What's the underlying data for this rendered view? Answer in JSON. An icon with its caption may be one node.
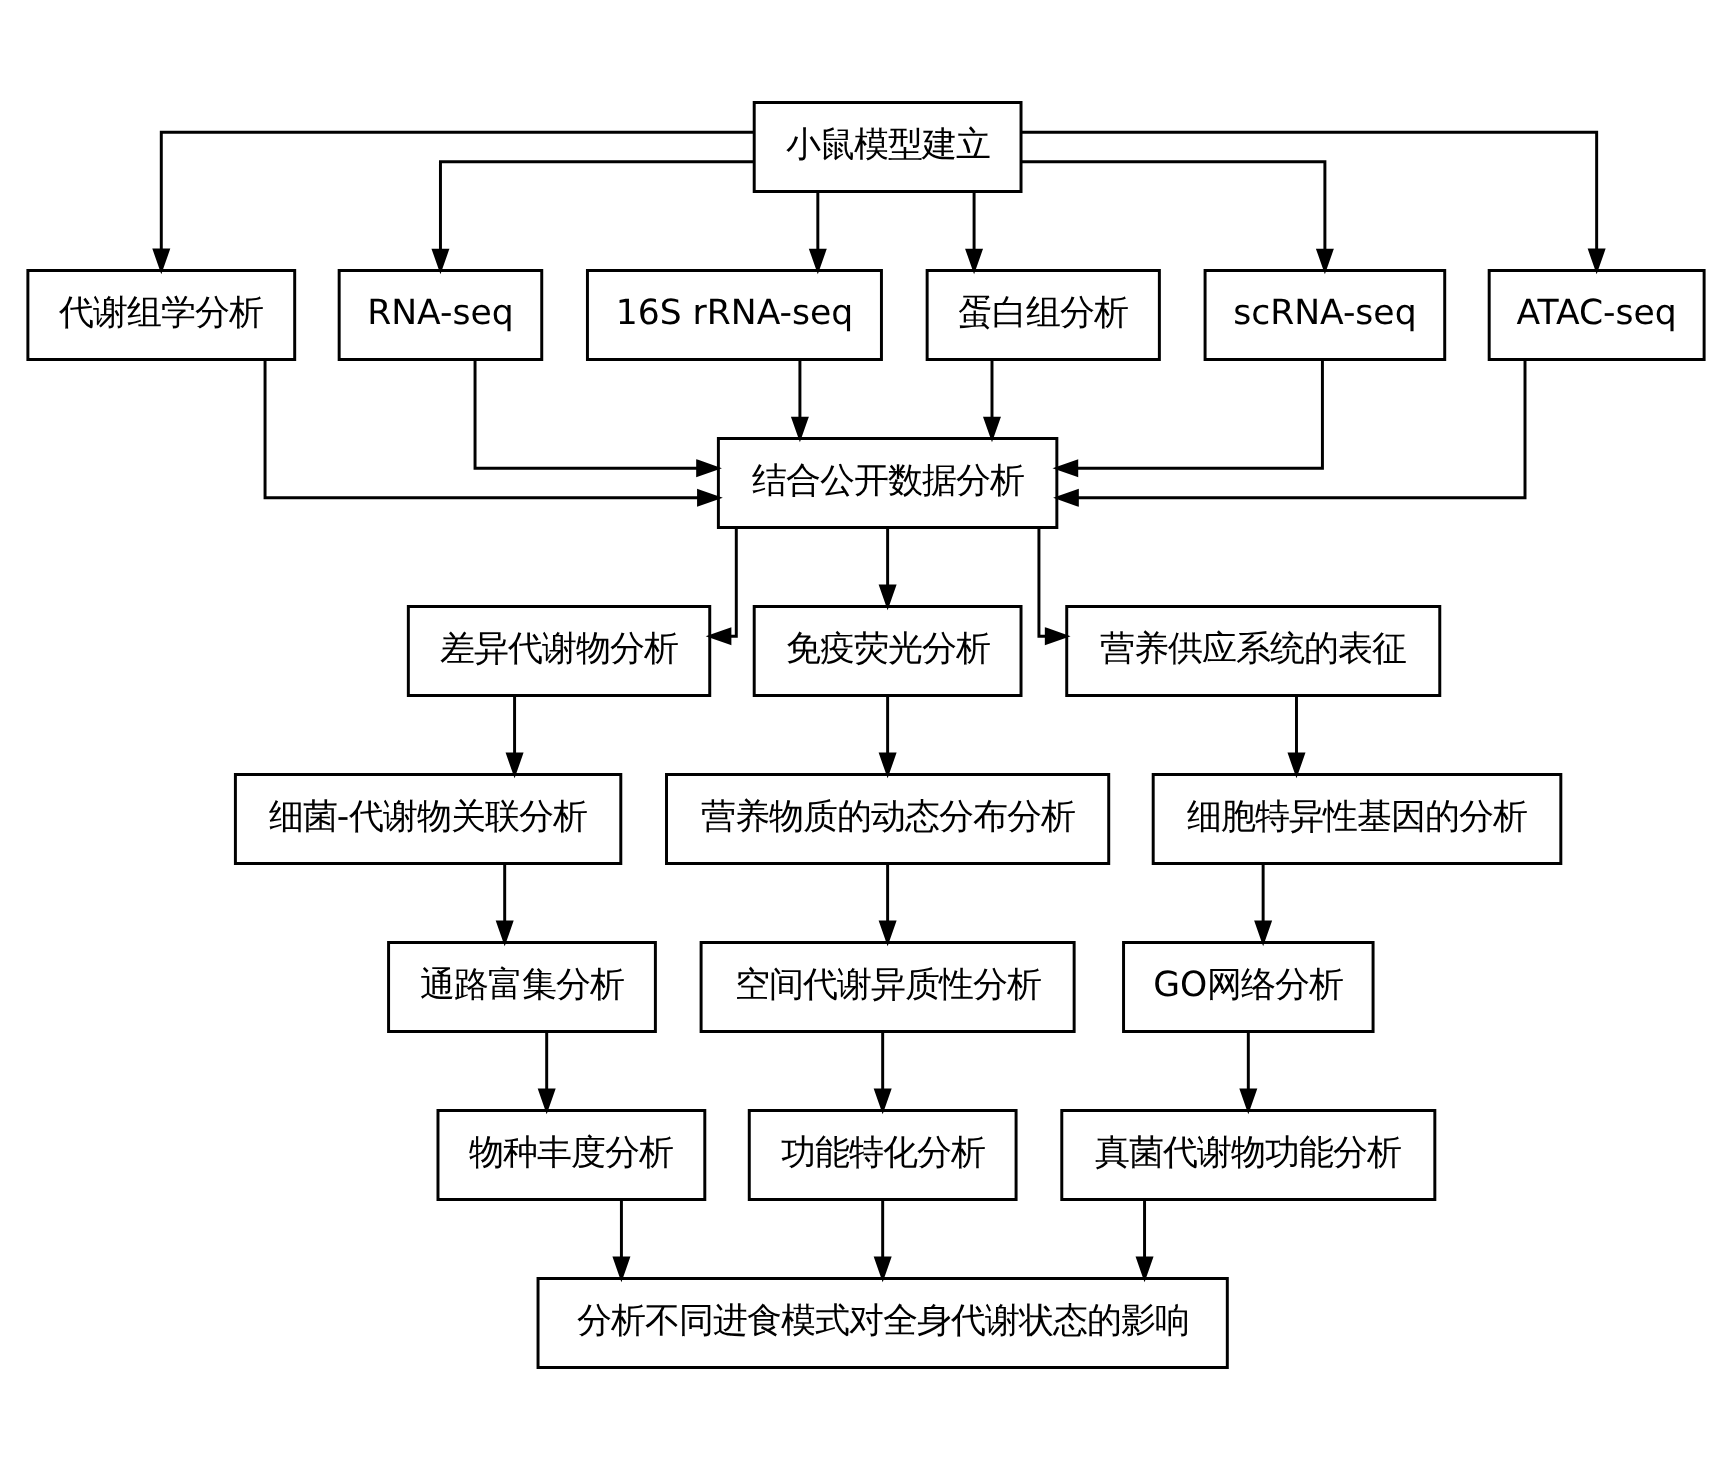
{
  "diagram": {
    "nodes": [
      {
        "text": [
          "小鼠模型建立"
        ]
      },
      {
        "text": [
          "代谢组学分析"
        ]
      },
      {
        "text": [
          "RNA-seq"
        ]
      },
      {
        "text": [
          "16S rRNA-seq"
        ]
      },
      {
        "text": [
          "蛋白组分析"
        ]
      },
      {
        "text": [
          "scRNA-seq"
        ]
      },
      {
        "text": [
          "ATAC-seq"
        ]
      },
      {
        "text": [
          "结合公开数据分析"
        ]
      },
      {
        "text": [
          "差异代谢物分析"
        ]
      },
      {
        "text": [
          "免疫荧光分析"
        ]
      },
      {
        "text": [
          "营养供应系统的表征"
        ]
      },
      {
        "text": [
          "细菌-代谢物关联分析"
        ]
      },
      {
        "text": [
          "营养物质的动态分布分析"
        ]
      },
      {
        "text": [
          "细胞特异性基因的分析"
        ]
      },
      {
        "text": [
          "通路富集分析"
        ]
      },
      {
        "text": [
          "空间代谢异质性分析"
        ]
      },
      {
        "text": [
          "GO网络分析"
        ]
      },
      {
        "text": [
          "物种丰度分析"
        ]
      },
      {
        "text": [
          "功能特化分析"
        ]
      },
      {
        "text": [
          "真菌代谢物功能分析"
        ]
      },
      {
        "text": [
          "分析不同进食模式对全身代谢状态的影响"
        ]
      }
    ],
    "edges": [
      {
        "from": 0,
        "to": 1,
        "arrow": "to"
      },
      {
        "from": 0,
        "to": 2,
        "arrow": "to"
      },
      {
        "from": 0,
        "to": 3,
        "arrow": "to"
      },
      {
        "from": 0,
        "to": 4,
        "arrow": "to"
      },
      {
        "from": 0,
        "to": 5,
        "arrow": "to"
      },
      {
        "from": 0,
        "to": 6,
        "arrow": "to"
      },
      {
        "from": 1,
        "to": 7,
        "arrow": "to"
      },
      {
        "from": 2,
        "to": 7,
        "arrow": "to"
      },
      {
        "from": 3,
        "to": 7,
        "arrow": "to"
      },
      {
        "from": 4,
        "to": 7,
        "arrow": "to"
      },
      {
        "from": 5,
        "to": 7,
        "arrow": "to"
      },
      {
        "from": 6,
        "to": 7,
        "arrow": "to"
      },
      {
        "from": 7,
        "to": 8,
        "arrow": "to"
      },
      {
        "from": 7,
        "to": 9,
        "arrow": "to"
      },
      {
        "from": 7,
        "to": 10,
        "arrow": "to"
      },
      {
        "from": 8,
        "to": 11,
        "arrow": "to"
      },
      {
        "from": 11,
        "to": 14,
        "arrow": "to"
      },
      {
        "from": 14,
        "to": 17,
        "arrow": "to"
      },
      {
        "from": 9,
        "to": 12,
        "arrow": "to"
      },
      {
        "from": 12,
        "to": 15,
        "arrow": "to"
      },
      {
        "from": 15,
        "to": 18,
        "arrow": "to"
      },
      {
        "from": 10,
        "to": 13,
        "arrow": "to"
      },
      {
        "from": 13,
        "to": 16,
        "arrow": "to"
      },
      {
        "from": 16,
        "to": 19,
        "arrow": "to"
      },
      {
        "from": 17,
        "to": 20,
        "arrow": "to"
      },
      {
        "from": 18,
        "to": 20,
        "arrow": "to"
      },
      {
        "from": 19,
        "to": 20,
        "arrow": "to"
      }
    ]
  }
}
